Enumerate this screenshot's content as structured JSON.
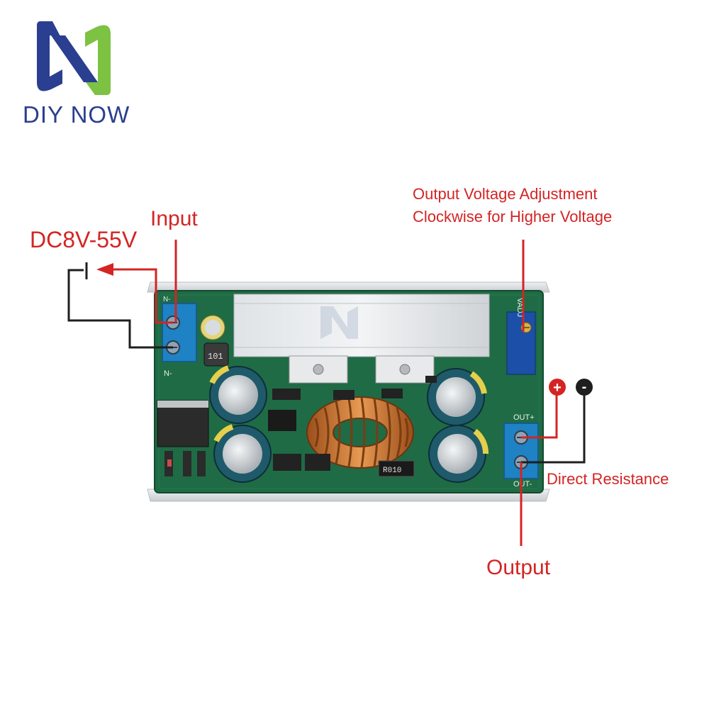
{
  "brand": {
    "name": "DIY NOW",
    "logo_icon": "diy-now-logo-icon",
    "colors": {
      "blue": "#2a3f8f",
      "green": "#7dc242"
    }
  },
  "labels": {
    "input": "Input",
    "input_voltage": "DC8V-55V",
    "adjust_line1": "Output Voltage Adjustment",
    "adjust_line2": "Clockwise for Higher Voltage",
    "direct_resistance": "Direct Resistance",
    "output": "Output",
    "plus_symbol": "+",
    "minus_symbol": "-"
  },
  "board": {
    "silkscreen": {
      "in_neg_top": "N-",
      "in_neg_bottom": "N-",
      "out_pos": "OUT+",
      "out_neg": "OUT-",
      "vadj": "VADJ",
      "inductor_small": "101",
      "resistor": "R010"
    },
    "colors": {
      "pcb": "#1f6b45",
      "terminal": "#1e82c4",
      "heatsink": "#d8dcdf",
      "annotation_red": "#d42424"
    }
  }
}
